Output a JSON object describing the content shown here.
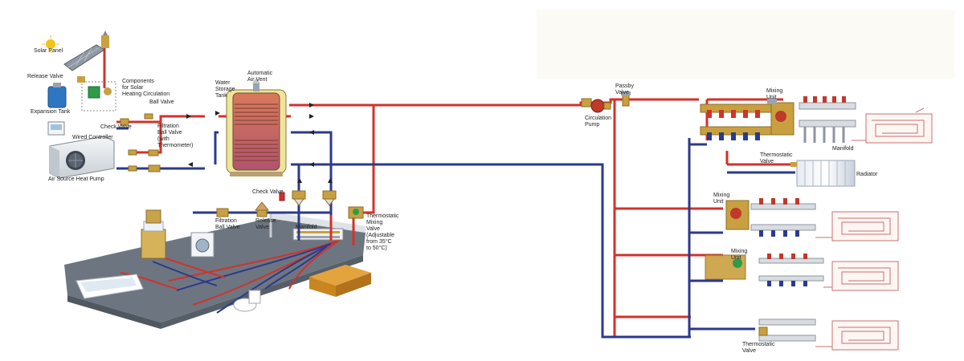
{
  "colors": {
    "hot_pipe": "#d2322b",
    "cold_pipe": "#2b3a8c",
    "brass": "#c9a040",
    "tank": "#c9b079",
    "floor": "#6d7680",
    "heat_pump": "#e9ecef",
    "expansion_tank": "#2f76c2"
  },
  "labels": {
    "solar_panel": "Solar Panel",
    "release_valve_top": "Release Valve",
    "components_solar": "Components\nfor Solar\nHeating Circulation",
    "expansion_tank": "Expansion Tank",
    "check_valve_left": "Check Valve",
    "ball_valve": "Ball Valve",
    "filtration_ball_valve_thermo": "Filtration\nBall Valve\n(with\nThermometer)",
    "wired_controller": "Wired Controller",
    "air_source_heat_pump": "Air Source Heat Pump",
    "water_storage_tank": "Water\nStorage\nTank",
    "automatic_air_vent": "Automatic\nAir Vent",
    "check_valve_mid": "Check Valve",
    "filtration_ball_valve": "Filtration\nBall Valve",
    "release_valve_mid": "Release\nValve",
    "manifold_house": "Manifold",
    "thermostatic_mixing_valve": "Thermostatic\nMixing\nValve\n(Adjustable\nfrom 35°C\nto 50°C)",
    "passby_valve": "Passby\nValve",
    "circulation_pump": "Circulation\nPump",
    "mixing_unit_1": "Mixing\nUnit",
    "manifold_right": "Manifold",
    "thermostatic_valve_top": "Thermostatic\nValve",
    "radiator": "Radiator",
    "mixing_unit_2": "Mixing\nUnit",
    "mixing_unit_3": "Mixing\nUnit",
    "thermostatic_valve_bottom": "Thermostatic\nValve"
  }
}
